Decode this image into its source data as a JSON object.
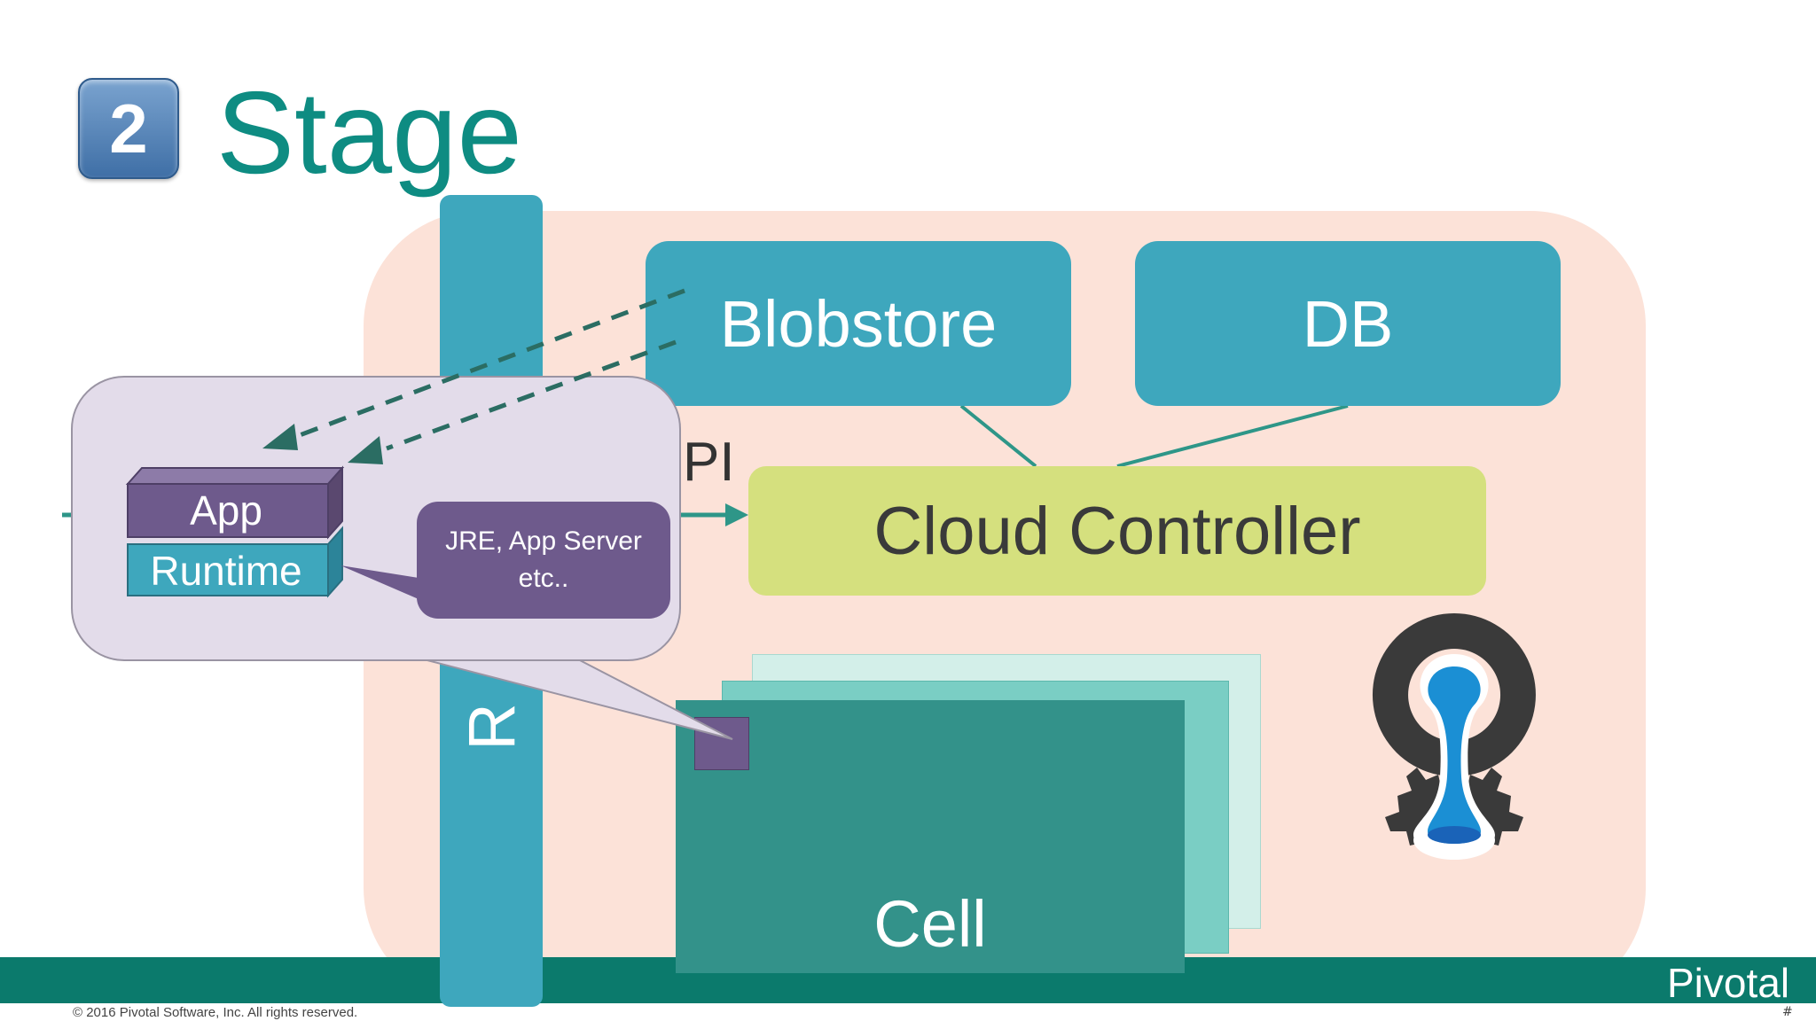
{
  "slide": {
    "step_number": "2",
    "title": "Stage"
  },
  "components": {
    "router": "R",
    "blobstore": "Blobstore",
    "db": "DB",
    "api_partial": "PI",
    "cloud_controller": "Cloud Controller",
    "cell": "Cell"
  },
  "callout": {
    "app": "App",
    "runtime": "Runtime",
    "tech_note": "JRE, App Server\netc.."
  },
  "footer": {
    "brand": "Pivotal",
    "copyright": "© 2016 Pivotal Software, Inc.  All rights reserved.",
    "corner_mark": "#"
  },
  "colors": {
    "title": "#0e8c82",
    "teal": "#3ea7bd",
    "cloud_controller": "#d5e07e",
    "platform_bg": "#fce2d8",
    "cell": "#33928a",
    "purple": "#6e5a8c",
    "footer": "#0b7a6c"
  }
}
